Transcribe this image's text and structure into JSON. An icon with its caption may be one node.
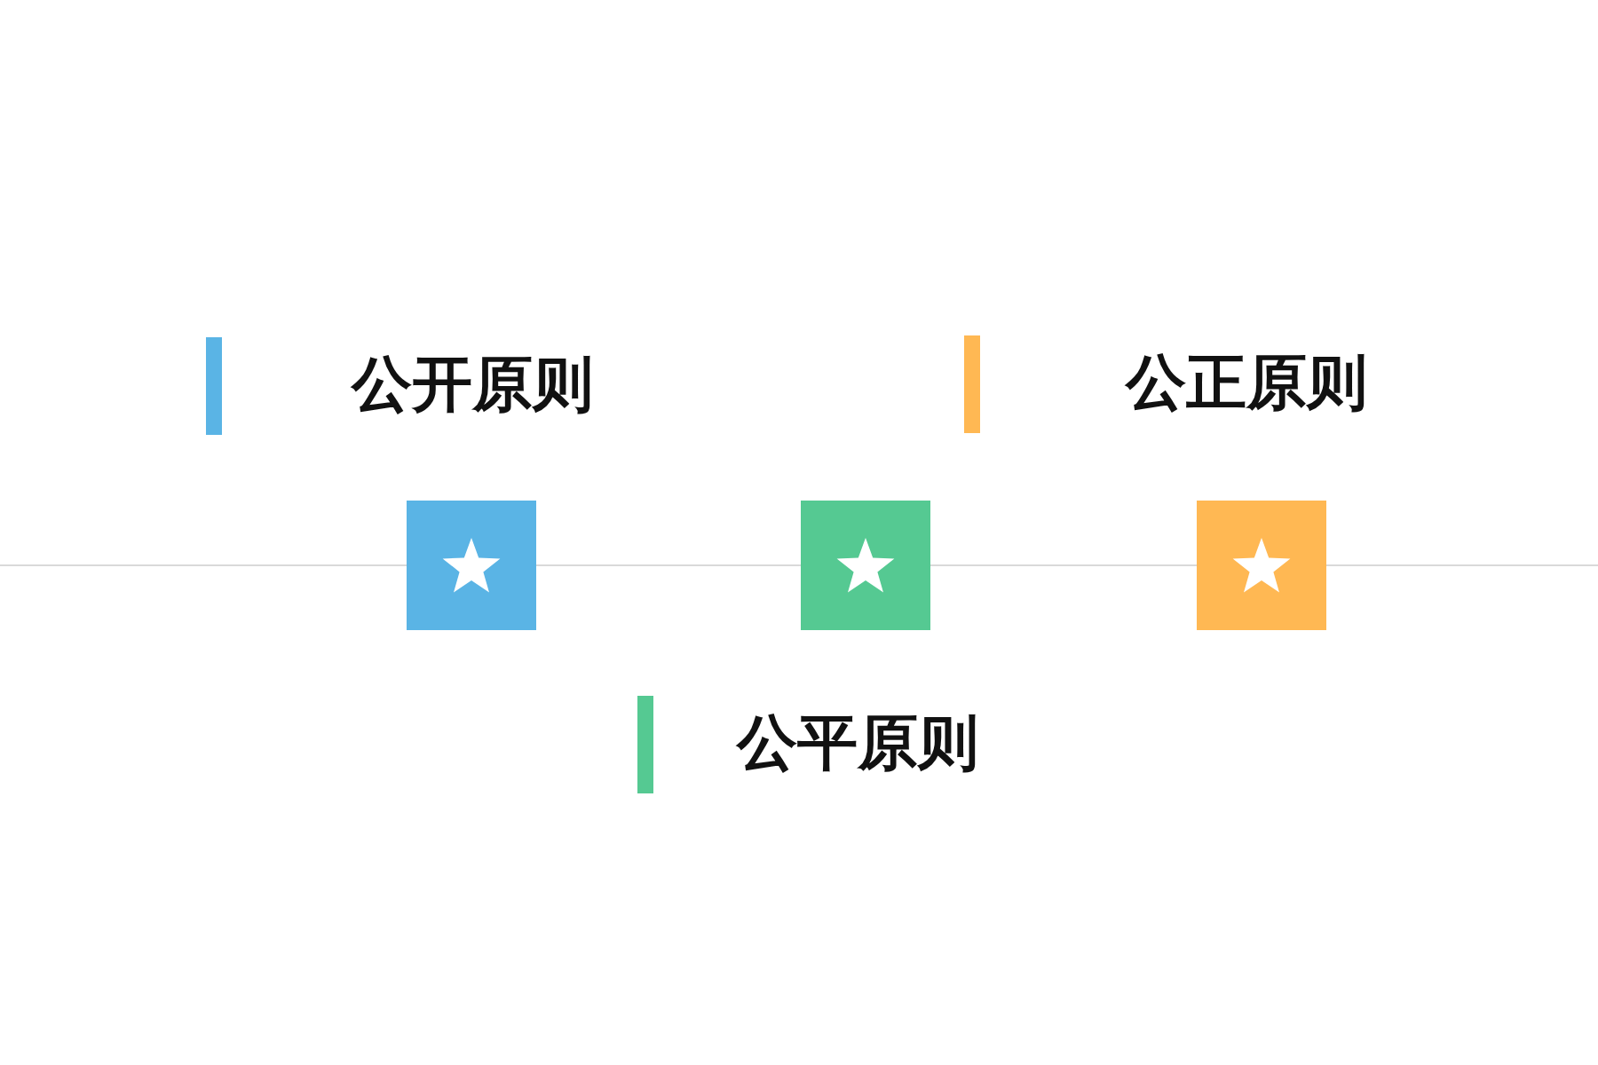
{
  "diagram": {
    "labels": [
      "公开原则",
      "公正原则",
      "公平原则"
    ]
  }
}
